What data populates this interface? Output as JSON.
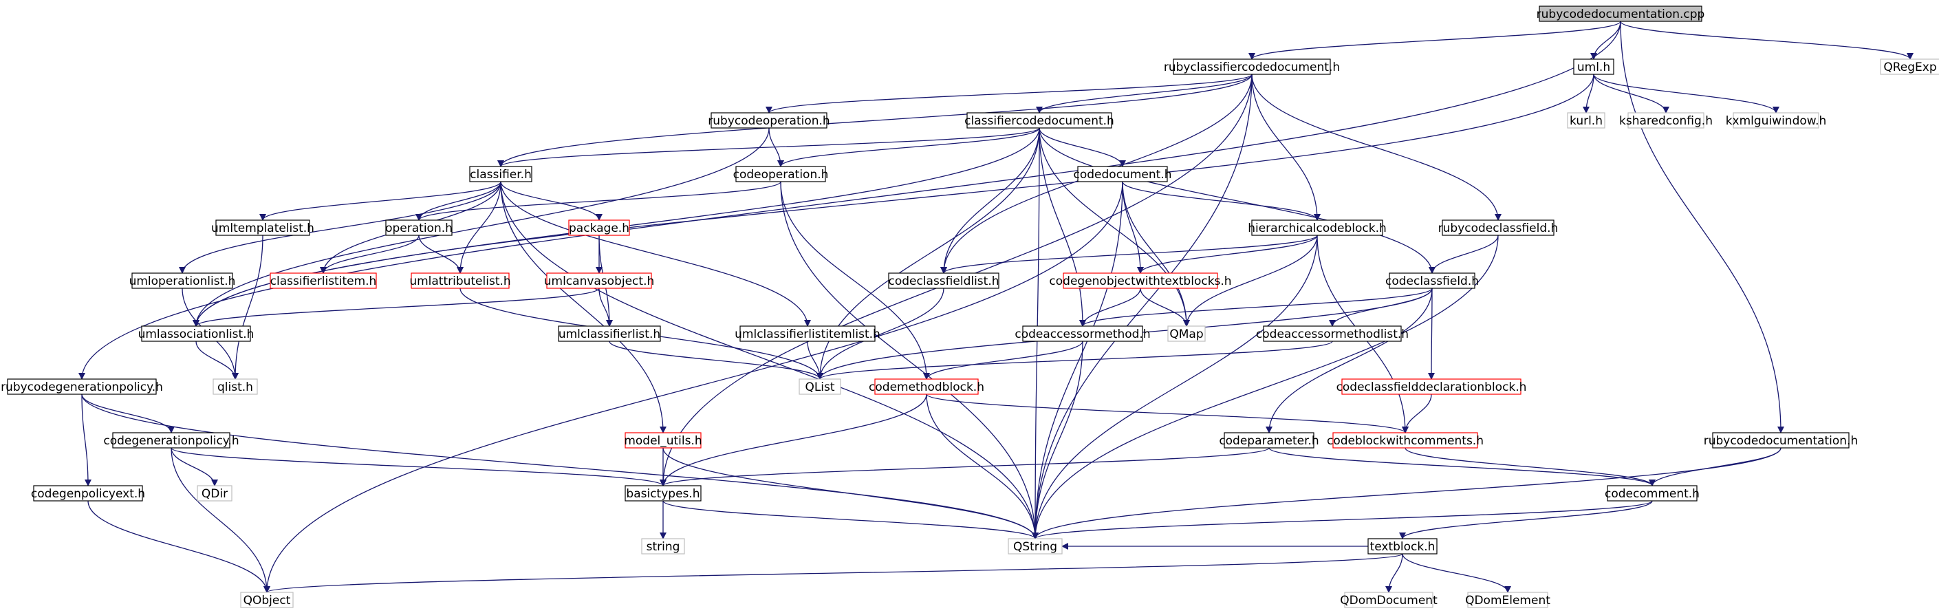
{
  "graph": {
    "title": "rubycodedocumentation.cpp",
    "nodes": [
      {
        "id": "root",
        "label": "rubycodedocumentation.cpp",
        "kind": "root",
        "name": "node-rubycodedocumentation-cpp"
      },
      {
        "id": "rccd",
        "label": "rubyclassifiercodedocument.h",
        "kind": "normal",
        "name": "node-rubyclassifiercodedocument-h"
      },
      {
        "id": "uml",
        "label": "uml.h",
        "kind": "normal",
        "name": "node-uml-h"
      },
      {
        "id": "qregexp",
        "label": "QRegExp",
        "kind": "external",
        "name": "node-qregexp"
      },
      {
        "id": "kurl",
        "label": "kurl.h",
        "kind": "external",
        "name": "node-kurl-h"
      },
      {
        "id": "ksharedconfig",
        "label": "ksharedconfig.h",
        "kind": "external",
        "name": "node-ksharedconfig-h"
      },
      {
        "id": "kxmlguiwindow",
        "label": "kxmlguiwindow.h",
        "kind": "external",
        "name": "node-kxmlguiwindow-h"
      },
      {
        "id": "rubycodeoperation",
        "label": "rubycodeoperation.h",
        "kind": "normal",
        "name": "node-rubycodeoperation-h"
      },
      {
        "id": "ccd",
        "label": "classifiercodedocument.h",
        "kind": "normal",
        "name": "node-classifiercodedocument-h"
      },
      {
        "id": "classifier",
        "label": "classifier.h",
        "kind": "normal",
        "name": "node-classifier-h"
      },
      {
        "id": "codeoperation",
        "label": "codeoperation.h",
        "kind": "normal",
        "name": "node-codeoperation-h"
      },
      {
        "id": "codedocument",
        "label": "codedocument.h",
        "kind": "normal",
        "name": "node-codedocument-h"
      },
      {
        "id": "umltemplatelist",
        "label": "umltemplatelist.h",
        "kind": "normal",
        "name": "node-umltemplatelist-h"
      },
      {
        "id": "operation",
        "label": "operation.h",
        "kind": "normal",
        "name": "node-operation-h"
      },
      {
        "id": "package",
        "label": "package.h",
        "kind": "red",
        "name": "node-package-h"
      },
      {
        "id": "hcb",
        "label": "hierarchicalcodeblock.h",
        "kind": "normal",
        "name": "node-hierarchicalcodeblock-h"
      },
      {
        "id": "rubycodeclassfield",
        "label": "rubycodeclassfield.h",
        "kind": "normal",
        "name": "node-rubycodeclassfield-h"
      },
      {
        "id": "umloperationlist",
        "label": "umloperationlist.h",
        "kind": "normal",
        "name": "node-umloperationlist-h"
      },
      {
        "id": "classifierlistitem",
        "label": "classifierlistitem.h",
        "kind": "red",
        "name": "node-classifierlistitem-h"
      },
      {
        "id": "umlattributelist",
        "label": "umlattributelist.h",
        "kind": "red",
        "name": "node-umlattributelist-h"
      },
      {
        "id": "umlcanvasobject",
        "label": "umlcanvasobject.h",
        "kind": "red",
        "name": "node-umlcanvasobject-h"
      },
      {
        "id": "codeclassfieldlist",
        "label": "codeclassfieldlist.h",
        "kind": "normal",
        "name": "node-codeclassfieldlist-h"
      },
      {
        "id": "cgowtb",
        "label": "codegenobjectwithtextblocks.h",
        "kind": "red",
        "name": "node-codegenobjectwithtextblocks-h"
      },
      {
        "id": "codeclassfield",
        "label": "codeclassfield.h",
        "kind": "normal",
        "name": "node-codeclassfield-h"
      },
      {
        "id": "umlassociationlist",
        "label": "umlassociationlist.h",
        "kind": "normal",
        "name": "node-umlassociationlist-h"
      },
      {
        "id": "umlclassifierlist",
        "label": "umlclassifierlist.h",
        "kind": "normal",
        "name": "node-umlclassifierlist-h"
      },
      {
        "id": "umlclassifierlistitemlist",
        "label": "umlclassifierlistitemlist.h",
        "kind": "normal",
        "name": "node-umlclassifierlistitemlist-h"
      },
      {
        "id": "codeaccessormethod",
        "label": "codeaccessormethod.h",
        "kind": "normal",
        "name": "node-codeaccessormethod-h"
      },
      {
        "id": "qmap",
        "label": "QMap",
        "kind": "external",
        "name": "node-qmap"
      },
      {
        "id": "codeaccessormethodlist",
        "label": "codeaccessormethodlist.h",
        "kind": "normal",
        "name": "node-codeaccessormethodlist-h"
      },
      {
        "id": "rubycodegenerationpolicy",
        "label": "rubycodegenerationpolicy.h",
        "kind": "normal",
        "name": "node-rubycodegenerationpolicy-h"
      },
      {
        "id": "qlisth",
        "label": "qlist.h",
        "kind": "external",
        "name": "node-qlist-h"
      },
      {
        "id": "qlist",
        "label": "QList",
        "kind": "external",
        "name": "node-qlist"
      },
      {
        "id": "codemethodblock",
        "label": "codemethodblock.h",
        "kind": "red",
        "name": "node-codemethodblock-h"
      },
      {
        "id": "ccdb",
        "label": "codeclassfielddeclarationblock.h",
        "kind": "red",
        "name": "node-codeclassfielddeclarationblock-h"
      },
      {
        "id": "codegenerationpolicy",
        "label": "codegenerationpolicy.h",
        "kind": "normal",
        "name": "node-codegenerationpolicy-h"
      },
      {
        "id": "model_utils",
        "label": "model_utils.h",
        "kind": "red",
        "name": "node-model-utils-h"
      },
      {
        "id": "codeparameter",
        "label": "codeparameter.h",
        "kind": "normal",
        "name": "node-codeparameter-h"
      },
      {
        "id": "codeblockwithcomments",
        "label": "codeblockwithcomments.h",
        "kind": "red",
        "name": "node-codeblockwithcomments-h"
      },
      {
        "id": "rubycodedocumentation",
        "label": "rubycodedocumentation.h",
        "kind": "normal",
        "name": "node-rubycodedocumentation-h"
      },
      {
        "id": "qdir",
        "label": "QDir",
        "kind": "external",
        "name": "node-qdir"
      },
      {
        "id": "codegenpolicyext",
        "label": "codegenpolicyext.h",
        "kind": "normal",
        "name": "node-codegenpolicyext-h"
      },
      {
        "id": "basictypes",
        "label": "basictypes.h",
        "kind": "normal",
        "name": "node-basictypes-h"
      },
      {
        "id": "codecomment",
        "label": "codecomment.h",
        "kind": "normal",
        "name": "node-codecomment-h"
      },
      {
        "id": "string",
        "label": "string",
        "kind": "external",
        "name": "node-string"
      },
      {
        "id": "qstring",
        "label": "QString",
        "kind": "external",
        "name": "node-qstring"
      },
      {
        "id": "textblock",
        "label": "textblock.h",
        "kind": "normal",
        "name": "node-textblock-h"
      },
      {
        "id": "qobject",
        "label": "QObject",
        "kind": "external",
        "name": "node-qobject"
      },
      {
        "id": "qdomdocument",
        "label": "QDomDocument",
        "kind": "external",
        "name": "node-qdomdocument"
      },
      {
        "id": "qdomelement",
        "label": "QDomElement",
        "kind": "external",
        "name": "node-qdomelement"
      }
    ],
    "edges": [
      [
        "root",
        "rccd"
      ],
      [
        "root",
        "uml"
      ],
      [
        "root",
        "qregexp"
      ],
      [
        "root",
        "rubycodedocumentation"
      ],
      [
        "root",
        "rubycodegenerationpolicy"
      ],
      [
        "uml",
        "kurl"
      ],
      [
        "uml",
        "ksharedconfig"
      ],
      [
        "uml",
        "kxmlguiwindow"
      ],
      [
        "uml",
        "umlassociationlist"
      ],
      [
        "rccd",
        "rubycodeoperation"
      ],
      [
        "rccd",
        "ccd"
      ],
      [
        "rccd",
        "classifier"
      ],
      [
        "rccd",
        "hcb"
      ],
      [
        "rccd",
        "rubycodeclassfield"
      ],
      [
        "rccd",
        "codeclassfieldlist"
      ],
      [
        "rccd",
        "qstring"
      ],
      [
        "rccd",
        "basictypes"
      ],
      [
        "rubycodeoperation",
        "codeoperation"
      ],
      [
        "rubycodeoperation",
        "umlassociationlist"
      ],
      [
        "ccd",
        "classifier"
      ],
      [
        "ccd",
        "codeoperation"
      ],
      [
        "ccd",
        "codedocument"
      ],
      [
        "ccd",
        "codeclassfieldlist"
      ],
      [
        "ccd",
        "codeaccessormethod"
      ],
      [
        "ccd",
        "codeclassfield"
      ],
      [
        "ccd",
        "qlist"
      ],
      [
        "ccd",
        "qmap"
      ],
      [
        "ccd",
        "qstring"
      ],
      [
        "ccd",
        "umlassociationlist"
      ],
      [
        "classifier",
        "umltemplatelist"
      ],
      [
        "classifier",
        "operation"
      ],
      [
        "classifier",
        "package"
      ],
      [
        "classifier",
        "umloperationlist"
      ],
      [
        "classifier",
        "classifierlistitem"
      ],
      [
        "classifier",
        "umlattributelist"
      ],
      [
        "classifier",
        "umlclassifierlistitemlist"
      ],
      [
        "classifier",
        "model_utils"
      ],
      [
        "classifier",
        "qstring"
      ],
      [
        "codeoperation",
        "operation"
      ],
      [
        "codeoperation",
        "codemethodblock"
      ],
      [
        "codeoperation",
        "qstring"
      ],
      [
        "codedocument",
        "hcb"
      ],
      [
        "codedocument",
        "cgowtb"
      ],
      [
        "codedocument",
        "qmap"
      ],
      [
        "codedocument",
        "qstring"
      ],
      [
        "codedocument",
        "qobject"
      ],
      [
        "umltemplatelist",
        "qlisth"
      ],
      [
        "operation",
        "classifierlistitem"
      ],
      [
        "operation",
        "umlattributelist"
      ],
      [
        "package",
        "umlcanvasobject"
      ],
      [
        "package",
        "umlclassifierlist"
      ],
      [
        "hcb",
        "codeclassfieldlist"
      ],
      [
        "hcb",
        "cgowtb"
      ],
      [
        "hcb",
        "codeblockwithcomments"
      ],
      [
        "hcb",
        "qmap"
      ],
      [
        "hcb",
        "qstring"
      ],
      [
        "rubycodeclassfield",
        "codeclassfield"
      ],
      [
        "rubycodeclassfield",
        "qstring"
      ],
      [
        "umloperationlist",
        "qlisth"
      ],
      [
        "umlattributelist",
        "qlist"
      ],
      [
        "umlcanvasobject",
        "umlassociationlist"
      ],
      [
        "umlcanvasobject",
        "umlclassifierlist"
      ],
      [
        "codeclassfieldlist",
        "qlist"
      ],
      [
        "cgowtb",
        "codeaccessormethod"
      ],
      [
        "cgowtb",
        "qmap"
      ],
      [
        "codeclassfield",
        "codeaccessormethod"
      ],
      [
        "codeclassfield",
        "codeaccessormethodlist"
      ],
      [
        "codeclassfield",
        "ccdb"
      ],
      [
        "codeclassfield",
        "codeparameter"
      ],
      [
        "codeclassfield",
        "qlist"
      ],
      [
        "umlassociationlist",
        "qlisth"
      ],
      [
        "umlclassifierlist",
        "qlist"
      ],
      [
        "umlclassifierlistitemlist",
        "qlist"
      ],
      [
        "codeaccessormethod",
        "codemethodblock"
      ],
      [
        "codeaccessormethod",
        "qstring"
      ],
      [
        "codeaccessormethodlist",
        "qlist"
      ],
      [
        "codemethodblock",
        "codeblockwithcomments"
      ],
      [
        "codemethodblock",
        "basictypes"
      ],
      [
        "codemethodblock",
        "qstring"
      ],
      [
        "ccdb",
        "codeblockwithcomments"
      ],
      [
        "rubycodegenerationpolicy",
        "codegenerationpolicy"
      ],
      [
        "rubycodegenerationpolicy",
        "codegenpolicyext"
      ],
      [
        "rubycodegenerationpolicy",
        "qstring"
      ],
      [
        "codegenerationpolicy",
        "qdir"
      ],
      [
        "codegenerationpolicy",
        "qobject"
      ],
      [
        "codegenerationpolicy",
        "basictypes"
      ],
      [
        "codegenpolicyext",
        "qobject"
      ],
      [
        "model_utils",
        "basictypes"
      ],
      [
        "model_utils",
        "qstring"
      ],
      [
        "codeparameter",
        "basictypes"
      ],
      [
        "codeparameter",
        "codecomment"
      ],
      [
        "codeblockwithcomments",
        "codecomment"
      ],
      [
        "rubycodedocumentation",
        "codecomment"
      ],
      [
        "rubycodedocumentation",
        "qstring"
      ],
      [
        "basictypes",
        "string"
      ],
      [
        "basictypes",
        "qstring"
      ],
      [
        "codecomment",
        "textblock"
      ],
      [
        "codecomment",
        "qstring"
      ],
      [
        "textblock",
        "qobject"
      ],
      [
        "textblock",
        "qdomdocument"
      ],
      [
        "textblock",
        "qdomelement"
      ],
      [
        "textblock",
        "qstring"
      ]
    ],
    "colors": {
      "edge": "#191970",
      "node_border": "#000000",
      "red_border": "#ff0000",
      "external_border": "#bfbfbf",
      "root_fill": "#bfbfbf",
      "text": "#000000"
    }
  }
}
